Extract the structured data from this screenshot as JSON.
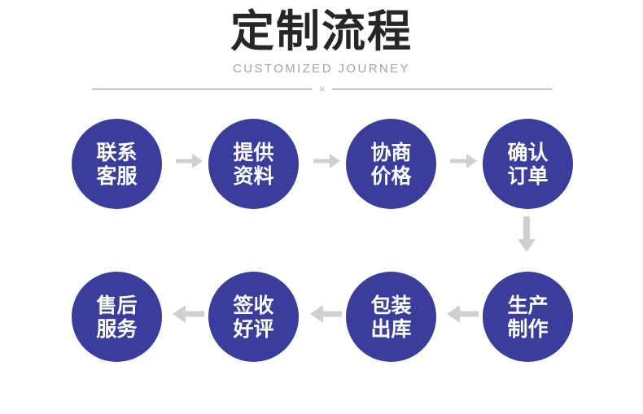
{
  "header": {
    "title": "定制流程",
    "subtitle": "CUSTOMIZED JOURNEY",
    "divider_mark": "×"
  },
  "colors": {
    "node_fill": "#3a3d9c",
    "node_text": "#ffffff",
    "arrow": "#cfcfcf",
    "title_text": "#262626",
    "subtitle_text": "#a2a2a2",
    "divider_rule": "#8e8e8e",
    "background": "#ffffff"
  },
  "flow": {
    "steps": [
      {
        "id": 1,
        "label": "联系\n客服",
        "row": "top",
        "col": 1
      },
      {
        "id": 2,
        "label": "提供\n资料",
        "row": "top",
        "col": 2
      },
      {
        "id": 3,
        "label": "协商\n价格",
        "row": "top",
        "col": 3
      },
      {
        "id": 4,
        "label": "确认\n订单",
        "row": "top",
        "col": 4
      },
      {
        "id": 5,
        "label": "生产\n制作",
        "row": "bottom",
        "col": 4
      },
      {
        "id": 6,
        "label": "包装\n出库",
        "row": "bottom",
        "col": 3
      },
      {
        "id": 7,
        "label": "签收\n好评",
        "row": "bottom",
        "col": 2
      },
      {
        "id": 8,
        "label": "售后\n服务",
        "row": "bottom",
        "col": 1
      }
    ],
    "connectors": [
      {
        "from": 1,
        "to": 2,
        "direction": "right"
      },
      {
        "from": 2,
        "to": 3,
        "direction": "right"
      },
      {
        "from": 3,
        "to": 4,
        "direction": "right"
      },
      {
        "from": 4,
        "to": 5,
        "direction": "down"
      },
      {
        "from": 5,
        "to": 6,
        "direction": "left"
      },
      {
        "from": 6,
        "to": 7,
        "direction": "left"
      },
      {
        "from": 7,
        "to": 8,
        "direction": "left"
      }
    ]
  }
}
